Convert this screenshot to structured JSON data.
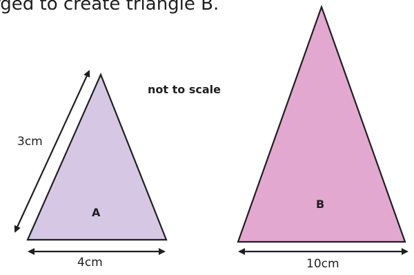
{
  "question": {
    "text_fragment": "rged to create triangle B."
  },
  "diagram": {
    "note": "not to scale",
    "triangle_a": {
      "name": "A",
      "side_label": "3cm",
      "base_label": "4cm"
    },
    "triangle_b": {
      "name": "B",
      "base_label": "10cm"
    }
  },
  "colors": {
    "triangle_a_fill": "#d6c8e4",
    "triangle_b_fill": "#e3a8d0",
    "stroke": "#1f1f1f"
  }
}
